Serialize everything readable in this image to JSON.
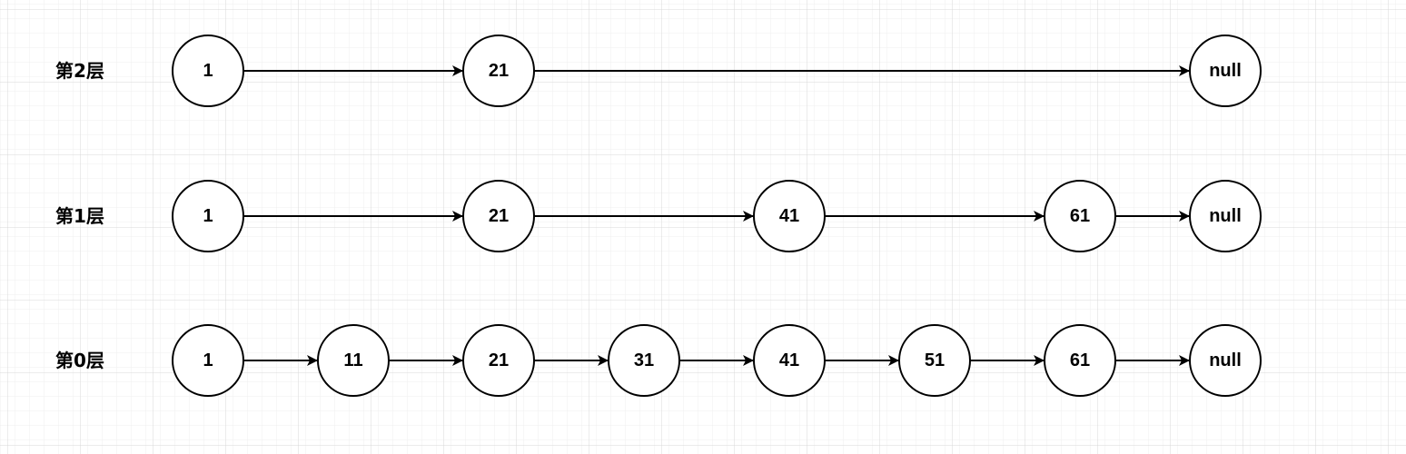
{
  "levels": [
    {
      "label": "第2层",
      "nodes": [
        "1",
        "21",
        "null"
      ]
    },
    {
      "label": "第1层",
      "nodes": [
        "1",
        "21",
        "41",
        "61",
        "null"
      ]
    },
    {
      "label": "第0层",
      "nodes": [
        "1",
        "11",
        "21",
        "31",
        "41",
        "51",
        "61",
        "null"
      ]
    }
  ],
  "colors": {
    "background": "#ffffff",
    "grid_minor": "#f0f0f0",
    "grid_major": "#d8d8d8",
    "stroke": "#000000"
  }
}
